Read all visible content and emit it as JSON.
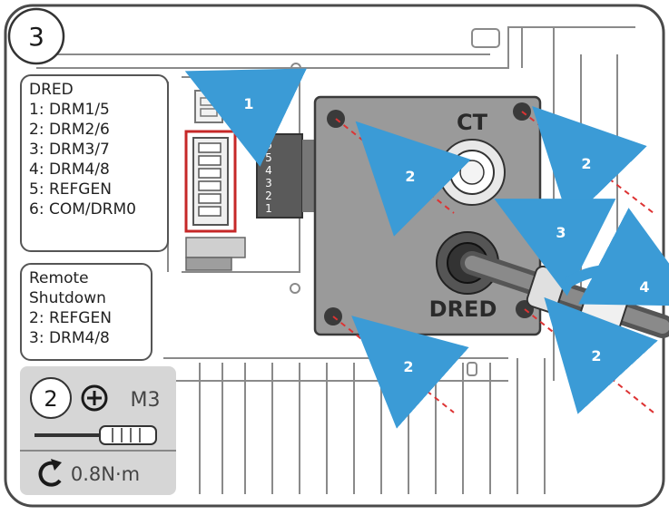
{
  "step": {
    "number": "3"
  },
  "dred_box": {
    "title": "DRED",
    "lines": [
      "1: DRM1/5",
      "2: DRM2/6",
      "3: DRM3/7",
      "4: DRM4/8",
      "5: REFGEN",
      "6: COM/DRM0"
    ]
  },
  "shutdown_box": {
    "lines": [
      "Remote",
      "Shutdown",
      "2: REFGEN",
      "3: DRM4/8"
    ]
  },
  "plate": {
    "top_label": "CT",
    "bottom_label": "DRED"
  },
  "connector_pins": [
    "6",
    "5",
    "4",
    "3",
    "2",
    "1"
  ],
  "callouts": {
    "terminal_block": "1",
    "screw_tl": "2",
    "screw_tr": "2",
    "screw_bl": "2",
    "screw_br": "2",
    "insert_cable": "3",
    "tighten_nut": "4"
  },
  "tool": {
    "sub_step": "2",
    "screw_size": "M3",
    "torque": "0.8N·m",
    "icons": [
      "phillips-head-icon",
      "screwdriver-icon",
      "rotate-clockwise-icon"
    ]
  },
  "colors": {
    "arrow": "#3b9bd6",
    "highlight": "#c62828",
    "plate": "#9a9a9a",
    "panel": "#d6d6d6"
  }
}
